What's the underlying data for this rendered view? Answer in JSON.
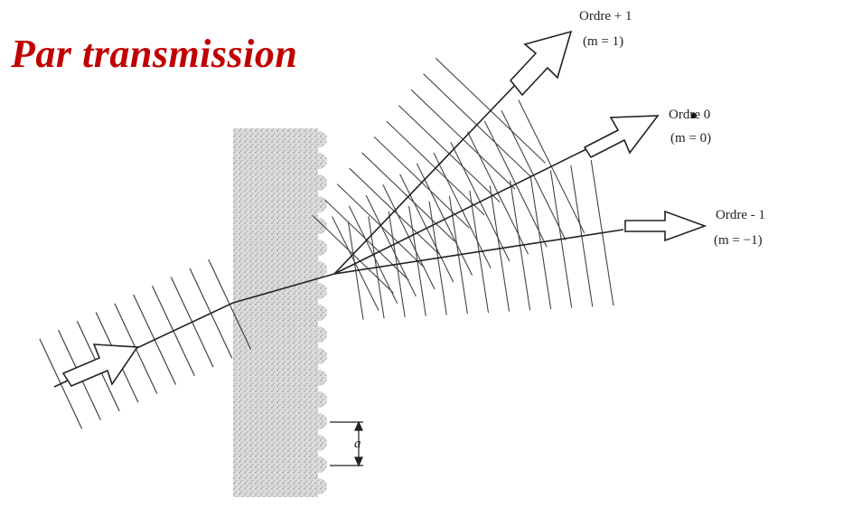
{
  "title": "Par transmission",
  "orders": [
    {
      "label": "Ordre + 1",
      "m_label": "(m = 1)"
    },
    {
      "label": "Ordre 0",
      "m_label": "(m = 0)"
    },
    {
      "label": "Ordre - 1",
      "m_label": "(m = −1)"
    }
  ],
  "period_label": "a"
}
